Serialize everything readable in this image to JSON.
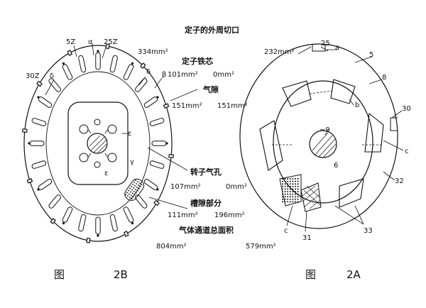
{
  "left_figure": {
    "labels": {
      "p5z": "5Z",
      "alpha": "α",
      "p25z": "25Z",
      "p30z": "30Z",
      "delta1": "δ",
      "delta2": "δ",
      "beta": "β",
      "eps1": "ε",
      "eps2": "ε",
      "gamma": "γ"
    },
    "rows": {
      "stator_outer_cut": "定子的外周切口",
      "stator_core": "定子铁芯",
      "air_gap": "气隙",
      "rotor_air_hole": "转子气孔",
      "slot_gap": "槽隙部分",
      "total_gas_passage": "气体通道总面积"
    },
    "values": {
      "v334": "334mm²",
      "v101": "101mm²",
      "v0a": "0mm²",
      "v151a": "151mm²",
      "v151b": "151mm²",
      "v107": "107mm²",
      "v0b": "0mm²",
      "v111": "111mm²",
      "v196": "196mm²",
      "v804": "804mm²",
      "v579": "579mm²"
    },
    "caption_prefix": "图",
    "caption_id": "2B"
  },
  "right_figure": {
    "labels": {
      "v232": "232mm²",
      "p25": "25",
      "a": "a",
      "p5": "5",
      "p8": "8",
      "b": "b",
      "p30": "30",
      "c1": "c",
      "p9": "~9",
      "p6": "6",
      "p32": "32",
      "c2": "c",
      "p31": "31",
      "p33": "33"
    },
    "caption_prefix": "图",
    "caption_id": "2A"
  }
}
